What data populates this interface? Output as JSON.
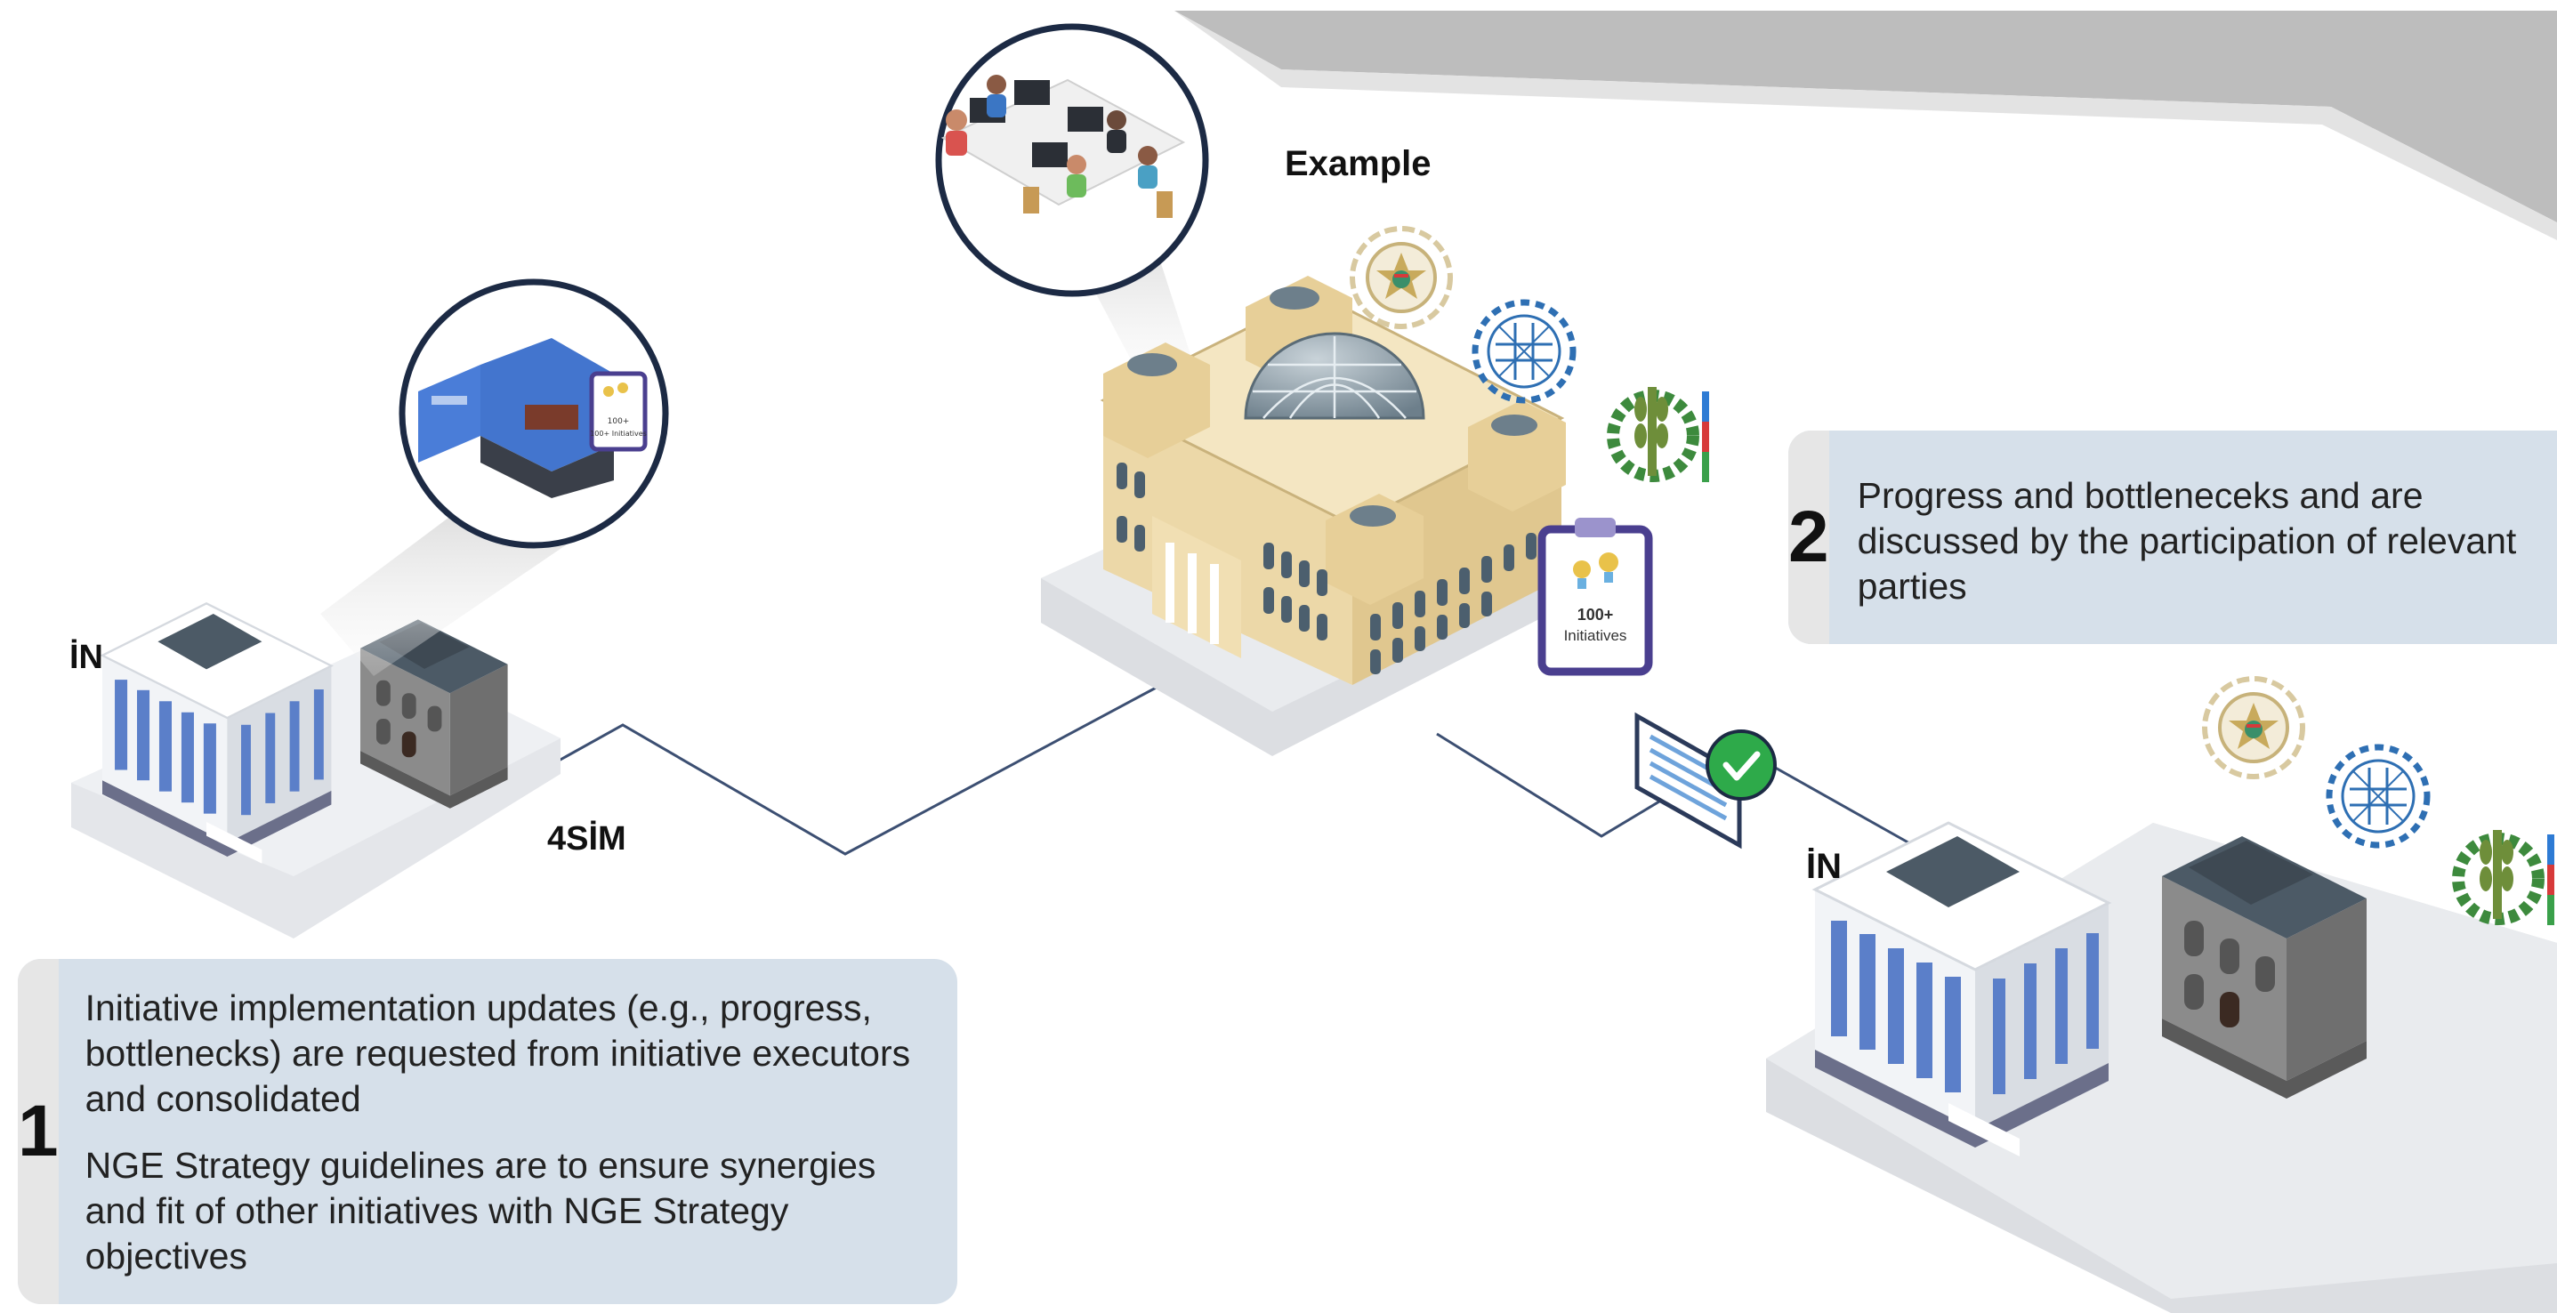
{
  "labels": {
    "example": "Example",
    "in_left": "İN",
    "sim": "4SİM",
    "in_right": "İN",
    "clipboard_small": "100+ Initiatives",
    "clipboard_center_line1": "100+",
    "clipboard_center_line2": "Initiatives"
  },
  "steps": [
    {
      "number": "1",
      "paragraphs": [
        "Initiative implementation updates (e.g., progress, bottlenecks) are requested from initiative executors and consolidated",
        "NGE Strategy guidelines are to ensure synergies and fit of other initiatives with NGE Strategy objectives"
      ]
    },
    {
      "number": "2",
      "paragraphs": [
        "Progress and bottleneceks and are discussed by the participation of relevant parties"
      ]
    }
  ],
  "colors": {
    "box_fill": "#d6e0ea",
    "number_strip": "#e6e6e6",
    "platform": "#e4e6ea",
    "building_cream": "#ecd8a8",
    "building_blue": "#5b7fc9",
    "building_gray": "#8b8b8b",
    "roof_dark": "#4c5a66",
    "check_green": "#2eaa4a",
    "clipboard_purple": "#4a3f8f",
    "connector_line": "#3c4f72",
    "top_banner": "#bdbdbd"
  },
  "icons": [
    "top-banner-shape",
    "coworkers-bubble-icon",
    "meeting-room-bubble-icon",
    "parliament-building-icon",
    "ministry-buildings-left-icon",
    "ministry-buildings-right-icon",
    "emblem-icon",
    "network-wreath-icon",
    "wheat-gear-flag-icon",
    "clipboard-initiatives-icon",
    "report-document-icon",
    "check-circle-icon"
  ]
}
